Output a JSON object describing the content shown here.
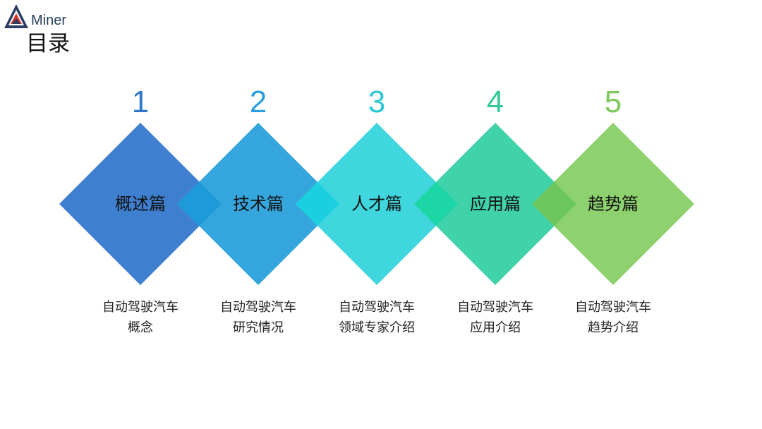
{
  "logo": {
    "text": "Miner",
    "icon": "aminer-logo-icon"
  },
  "title": "目录",
  "sections": [
    {
      "number": "1",
      "title": "概述篇",
      "desc": [
        "自动驾驶汽车",
        "概念"
      ],
      "color": "#3f7fcf",
      "number_color": "#2e77c8"
    },
    {
      "number": "2",
      "title": "技术篇",
      "desc": [
        "自动驾驶汽车",
        "研究情况"
      ],
      "color": "#35a6dd",
      "number_color": "#2a9edb"
    },
    {
      "number": "3",
      "title": "人才篇",
      "desc": [
        "自动驾驶汽车",
        "领域专家介绍"
      ],
      "color": "#40d6dd",
      "number_color": "#2fc9d3"
    },
    {
      "number": "4",
      "title": "应用篇",
      "desc": [
        "自动驾驶汽车",
        "应用介绍"
      ],
      "color": "#40d3aa",
      "number_color": "#34c99b"
    },
    {
      "number": "5",
      "title": "趋势篇",
      "desc": [
        "自动驾驶汽车",
        "趋势介绍"
      ],
      "color": "#8ed26f",
      "number_color": "#7cc85a"
    }
  ],
  "overlap_colors": [
    "#1e9ad8",
    "#1ccfe0",
    "#1dd6a6",
    "#6cc85e"
  ]
}
